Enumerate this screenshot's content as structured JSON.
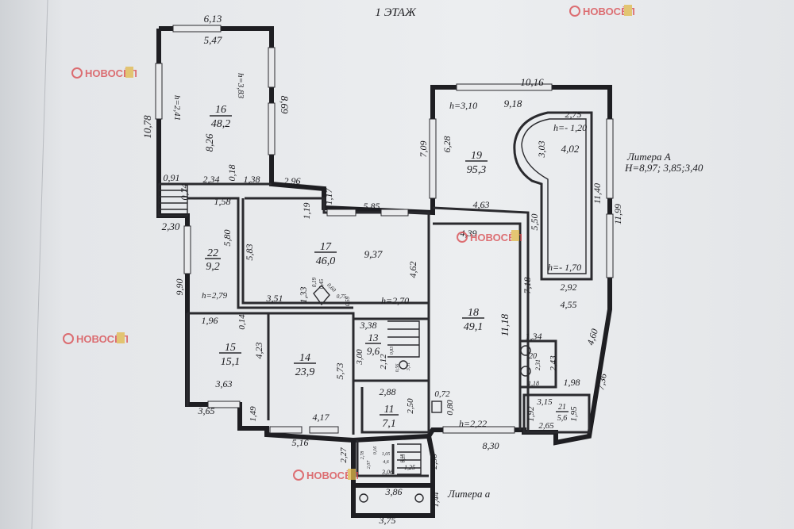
{
  "title": "1 ЭТАЖ",
  "litera_A": {
    "label": "Литера А",
    "heights": "H=8,97; 3,85;3,40"
  },
  "litera_a": {
    "label": "Литера а"
  },
  "watermark": {
    "brand": "НОВОСЁЛ",
    "color": "#d8454a",
    "accent": "#e1b94a"
  },
  "rooms": [
    {
      "number": "16",
      "area": "48,2"
    },
    {
      "number": "19",
      "area": "95,3"
    },
    {
      "number": "17",
      "area": "46,0"
    },
    {
      "number": "22",
      "area": "9,2"
    },
    {
      "number": "18",
      "area": "49,1"
    },
    {
      "number": "15",
      "area": "15,1"
    },
    {
      "number": "14",
      "area": "23,9"
    },
    {
      "number": "13",
      "area": "9,6"
    },
    {
      "number": "11",
      "area": "7,1"
    },
    {
      "number": "20",
      "area": ""
    },
    {
      "number": "21",
      "area": "5,6"
    }
  ],
  "heights": {
    "r16": "h=2,41",
    "r16b": "h=3,83",
    "r19": "h=3,10",
    "pool_top": "h=- 1,20",
    "pool_bottom": "h=- 1,70",
    "r17": "h=2,70",
    "r22": "h=2,79",
    "r18": "h=2,22"
  },
  "dims": {
    "d613": "6,13",
    "d547": "5,47",
    "d1078": "10,78",
    "d869": "8,69",
    "d383": "3,83",
    "d826": "8,26",
    "d091": "0,91",
    "d074": "0,74",
    "d234": "2,34",
    "d018": "0,18",
    "d138": "1,38",
    "d296": "2,96",
    "d117": "1,17",
    "d230": "2,30",
    "d158": "1,58",
    "d580": "5,80",
    "d583": "5,83",
    "d990": "9,90",
    "d119": "1,19",
    "d585": "5,85",
    "d937": "9,37",
    "d462": "4,62",
    "d351": "3,51",
    "d133": "1,33",
    "d1016": "10,16",
    "d918": "9,18",
    "d275": "2,75",
    "d709": "7,09",
    "d628": "6,28",
    "d303": "3,03",
    "d402": "4,02",
    "d463": "4,63",
    "d550": "5,50",
    "d1140": "11,40",
    "d1199": "11,99",
    "d439": "4,39",
    "d292": "2,92",
    "d718": "7,18",
    "d455": "4,55",
    "d1118": "11,18",
    "d134": "1,34",
    "d243": "2,43",
    "d198": "1,98",
    "d736": "7,36",
    "d460": "4,60",
    "d118": "1,18",
    "d231": "2,31",
    "d196": "1,96",
    "d014": "0,14",
    "d423": "4,23",
    "d363": "3,63",
    "d365": "3,65",
    "d149": "1,49",
    "d417": "4,17",
    "d573": "5,73",
    "d338": "3,38",
    "d300": "3,00",
    "d212": "2,12",
    "d288": "2,88",
    "d250": "2,50",
    "d072": "0,72",
    "d080": "0,80",
    "d516": "5,16",
    "d830": "8,30",
    "d315": "3,15",
    "d192": "1,92",
    "d195": "1,95",
    "d265": "2,65",
    "d227": "2,27",
    "d236": "2,36",
    "d386": "3,86",
    "d144": "1,44",
    "d375": "3,75",
    "d306": "3,06",
    "d125": "1,25",
    "d278": "2,78",
    "d207": "2,07",
    "d016": "0,16",
    "d045": "0,45",
    "d060": "0,60",
    "d075": "0,75",
    "d059": "0,59",
    "d019": "0,19",
    "d046": "4,6",
    "d105": "1,05",
    "d025": "0,25",
    "d083": "0,83",
    "d056": "0,56",
    "d351b": "3,51",
    "d018b": "0,18"
  }
}
